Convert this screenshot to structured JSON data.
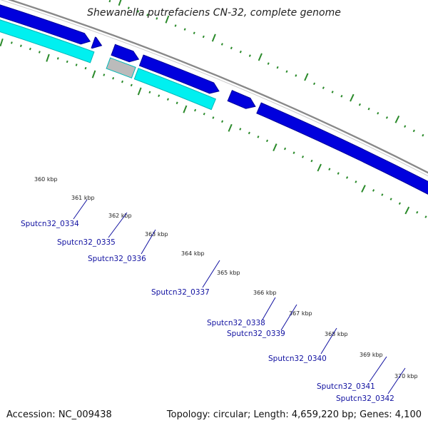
{
  "header": {
    "title": "Shewanella putrefaciens CN-32, complete genome"
  },
  "footer": {
    "accession": "Accession: NC_009438",
    "topology": "Topology: circular; Length: 4,659,220 bp; Genes: 4,100"
  },
  "map": {
    "colors": {
      "backbone": "#888888",
      "cds": "#0000dd",
      "cds_border": "#000099",
      "gene": "#00f0f0",
      "pseudo_gene": "#bbbbbb",
      "tick": "#2a8a2a",
      "label_line": "#1010a0"
    },
    "tick_labels": [
      "360 kbp",
      "361 kbp",
      "362 kbp",
      "363 kbp",
      "364 kbp",
      "365 kbp",
      "366 kbp",
      "367 kbp",
      "368 kbp",
      "369 kbp",
      "370 kbp"
    ],
    "gene_labels": [
      "Sputcn32_0334",
      "Sputcn32_0335",
      "Sputcn32_0336",
      "Sputcn32_0337",
      "Sputcn32_0338",
      "Sputcn32_0339",
      "Sputcn32_0340",
      "Sputcn32_0341",
      "Sputcn32_0342"
    ]
  }
}
